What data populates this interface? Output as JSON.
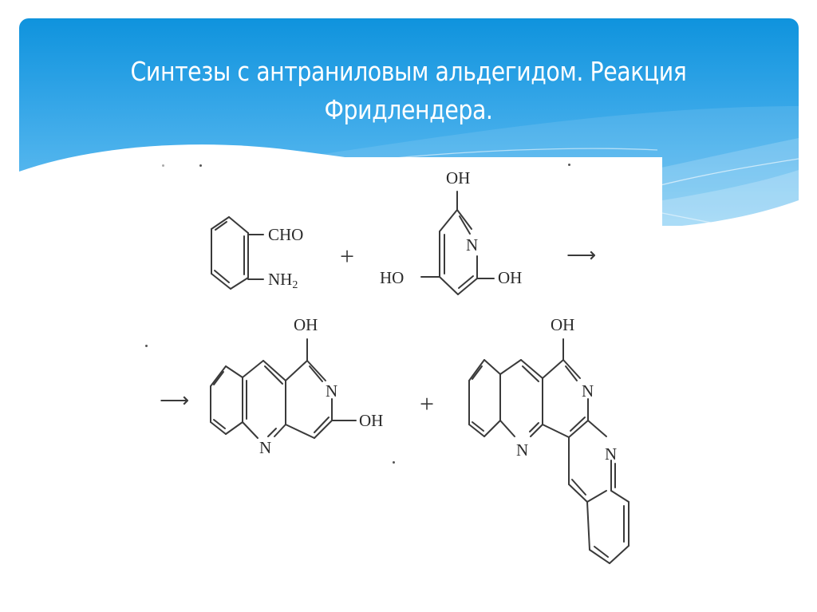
{
  "slide": {
    "title": "Синтезы с антраниловым альдегидом. Реакция Фридлендера.",
    "title_line1": "Синтезы с антраниловым альдегидом. Реакция",
    "title_line2": "Фридлендера.",
    "colors": {
      "header_top": "#0f93dd",
      "header_bottom": "#6ec3f2",
      "title_text": "#ffffff",
      "background": "#ffffff",
      "ink": "#2a2a2a"
    }
  },
  "scheme": {
    "reactants": [
      {
        "name": "anthranilic-aldehyde",
        "substituents": {
          "cho": "CHO",
          "nh2_main": "NH",
          "nh2_sub": "2"
        }
      },
      {
        "name": "trihydroxypyridine",
        "labels": {
          "top_oh": "OH",
          "ring_n": "N",
          "left_ho": "HO",
          "right_oh": "OH"
        }
      }
    ],
    "operators": {
      "plus_1": "+",
      "arrow_1": "⟶",
      "arrow_2": "⟶",
      "plus_2": "+"
    },
    "products": [
      {
        "name": "tricyclic-product",
        "labels": {
          "top_oh": "OH",
          "ring_n_upper": "N",
          "right_oh": "OH",
          "ring_n_bottom": "N"
        }
      },
      {
        "name": "pentacyclic-product",
        "labels": {
          "top_oh": "OH",
          "ring_n_upper": "N",
          "ring_n_bottom_left": "N",
          "ring_n_right": "N"
        }
      }
    ]
  }
}
